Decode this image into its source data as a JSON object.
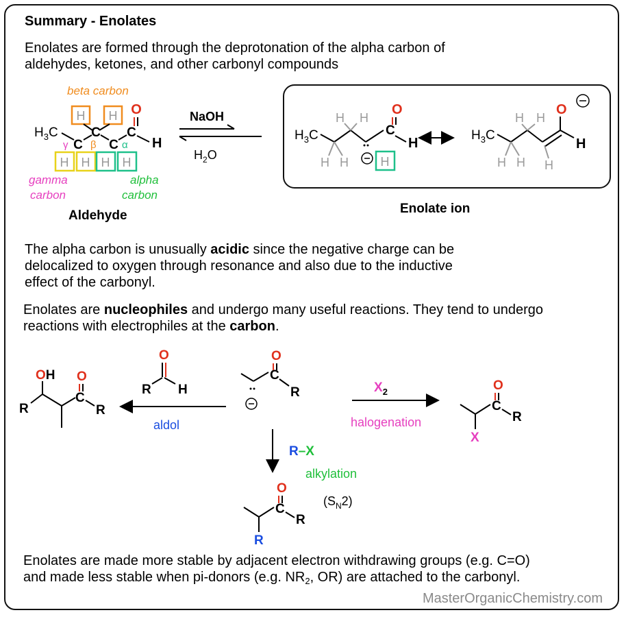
{
  "title": "Summary - Enolates",
  "intro": [
    "Enolates are formed through the deprotonation of the alpha carbon of",
    "aldehydes, ketones, and other carbonyl compounds"
  ],
  "aldehyde": {
    "beta_label": "beta carbon",
    "gamma_label": [
      "gamma",
      "carbon"
    ],
    "alpha_label": [
      "alpha",
      "carbon"
    ],
    "name": "Aldehyde",
    "greek": {
      "gamma": "γ",
      "beta": "β",
      "alpha": "α"
    },
    "carbonyl_c": "C",
    "o": "O",
    "h": "H",
    "h3c": "H3C",
    "c": "C"
  },
  "equilibrium": {
    "reagent_top": "NaOH",
    "reagent_bottom": "H2O"
  },
  "enolate": {
    "name": "Enolate ion",
    "resonance_symbol": "↔"
  },
  "acidity": {
    "line1": "The alpha carbon is unusually ",
    "bold": "acidic",
    "line1_rest": " since the negative charge can be",
    "line2": "delocalized to oxygen through resonance and also due to the inductive",
    "line3": "effect of the carbonyl."
  },
  "nucleophile": {
    "l1a": "Enolates are ",
    "l1b": "nucleophiles",
    "l1c": " and undergo many useful reactions. They tend to undergo",
    "l2a": "reactions with electrophiles at the ",
    "l2b": "carbon",
    "l2c": "."
  },
  "reactions": {
    "aldol": "aldol",
    "halogenation": "halogenation",
    "x2": "X",
    "x2_sub": "2",
    "alkylation": "alkylation",
    "rx_r": "R",
    "rx_x": "–X",
    "sn2": "(S",
    "sn2_sub": "N",
    "sn2_end": "2)",
    "r": "R",
    "x": "X",
    "oh": "OH",
    "o": "O",
    "h": "H",
    "c": "C"
  },
  "stability": {
    "line1": "Enolates are made more stable by adjacent electron withdrawing groups (e.g. C=O)",
    "line2a": "and made less stable when pi-donors (e.g. NR",
    "line2sub": "2",
    "line2b": ", OR) are attached to the carbonyl."
  },
  "watermark": "MasterOrganicChemistry.com",
  "colors": {
    "orange": "#f08c1e",
    "green": "#1fbf3a",
    "teal": "#1ec08a",
    "magenta": "#e63fbf",
    "blue": "#1a4de0",
    "red": "#e0301c",
    "yellow": "#e8d21a",
    "gray": "#9a9a9a"
  }
}
